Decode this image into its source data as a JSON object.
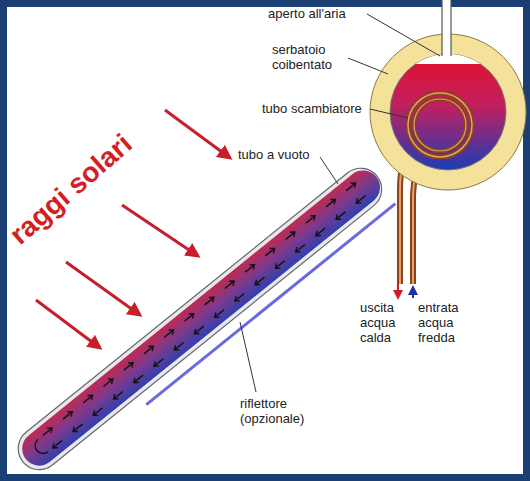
{
  "diagram": {
    "labels": [
      "aperto all'aria",
      "serbatoio coibentato",
      "tubo scambiatore",
      "tubo a vuoto",
      "raggi solari",
      "uscita acqua calda",
      "entrata acqua fredda",
      "riflettore (opzionale)"
    ]
  }
}
